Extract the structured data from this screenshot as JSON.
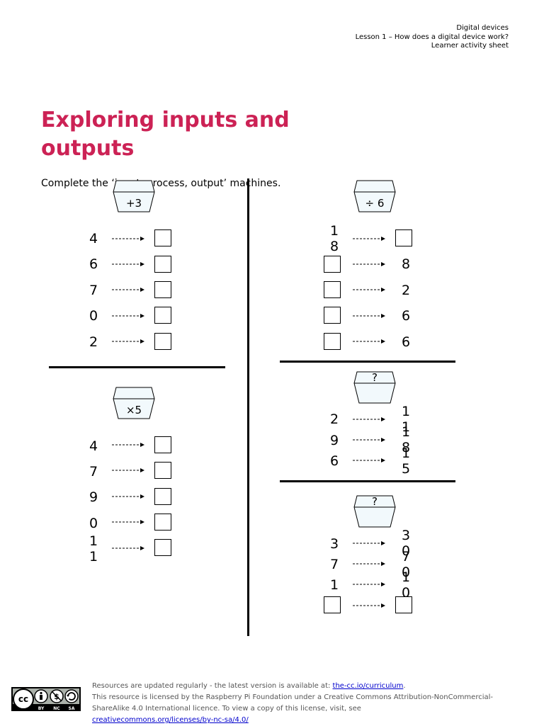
{
  "header": {
    "line1": "Digital devices",
    "line2": "Lesson 1 – How does a digital device work?",
    "line3": "Learner activity sheet"
  },
  "title": {
    "line1": "Exploring inputs and",
    "line2": "outputs"
  },
  "instruction": "Complete the ‘input, process, output’ machines.",
  "machines": {
    "add": {
      "label": "+3",
      "rows": [
        {
          "input": "4"
        },
        {
          "input": "6"
        },
        {
          "input": "7"
        },
        {
          "input": "0"
        },
        {
          "input": "2"
        }
      ]
    },
    "multiply": {
      "label": "×5",
      "rows": [
        {
          "input": "4"
        },
        {
          "input": "7"
        },
        {
          "input": "9"
        },
        {
          "input": "0"
        },
        {
          "input": "1\n1"
        }
      ]
    },
    "divide": {
      "label": "÷ 6",
      "rows": [
        {
          "input": "1\n8"
        },
        {
          "output": "8"
        },
        {
          "output": "2"
        },
        {
          "output": "6"
        },
        {
          "output": "6"
        }
      ]
    },
    "mystery1": {
      "label": "?",
      "rows": [
        {
          "input": "2",
          "output": "1\n1"
        },
        {
          "input": "9",
          "output": "1\n8"
        },
        {
          "input": "6",
          "output": "1\n5"
        }
      ]
    },
    "mystery2": {
      "label": "?",
      "rows": [
        {
          "input": "3",
          "output": "3\n0"
        },
        {
          "input": "7",
          "output": "7\n0"
        },
        {
          "input": "1",
          "output": "1\n0"
        }
      ]
    }
  },
  "footer": {
    "line1_text": "Resources are updated regularly - the latest version is available at: ",
    "line1_link": "the-cc.io/curriculum",
    "line1_end": ".",
    "line2": "This resource is licensed by the Raspberry Pi Foundation under a Creative Commons Attribution-NonCommercial-",
    "line3": "ShareAlike 4.0 International licence. To view a copy of this license, visit, see",
    "line4_link": "creativecommons.org/licenses/by-nc-sa/4.0/"
  },
  "license_badge": {
    "icon": "cc-by-nc-sa-icon",
    "cc": "cc",
    "labels": [
      "BY",
      "NC",
      "SA"
    ]
  }
}
